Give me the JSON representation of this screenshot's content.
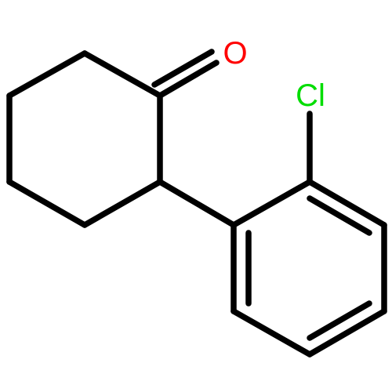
{
  "molecule": {
    "atoms": [
      {
        "id": "oxygen",
        "label": "O",
        "color": "#ff0000"
      },
      {
        "id": "chlorine",
        "label": "Cl",
        "color": "#00dd00"
      }
    ],
    "colors": {
      "bond": "#000000",
      "background": "#ffffff"
    }
  }
}
